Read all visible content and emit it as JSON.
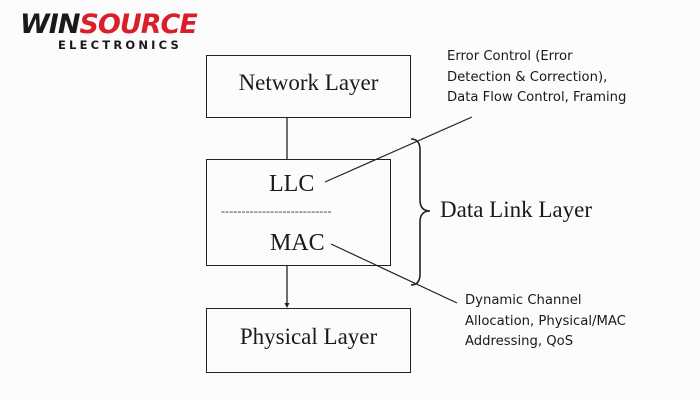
{
  "logo": {
    "brand_part1": "WIN",
    "brand_part2": "SOURCE",
    "subtitle": "ELECTRONICS",
    "colors": {
      "dark": "#1a1a1a",
      "red": "#d9202a"
    }
  },
  "diagram": {
    "network_layer": "Network Layer",
    "data_link_box": {
      "sublayer_top": "LLC",
      "divider": "---------------------------",
      "sublayer_bottom": "MAC"
    },
    "physical_layer": "Physical Layer",
    "brace_label": "Data Link Layer",
    "llc_note": [
      "Error Control (Error",
      "Detection & Correction),",
      "Data Flow Control, Framing"
    ],
    "mac_note": [
      "Dynamic Channel",
      "Allocation, Physical/MAC",
      "Addressing, QoS"
    ]
  }
}
